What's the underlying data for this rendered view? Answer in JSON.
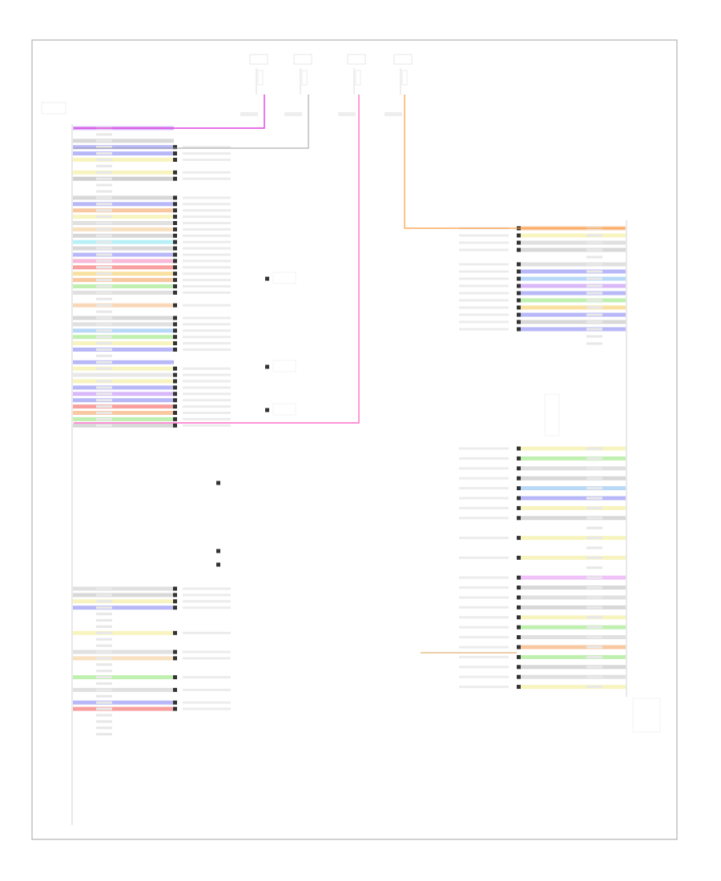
{
  "diagram": {
    "frame_label": "",
    "footer_code": "",
    "colors": {
      "border": "#b0b0b0",
      "pink": "#ff6fc8",
      "magenta": "#e040e0",
      "gray": "#9c9c9c",
      "orange": "#ff9a3c",
      "connector": "#333333"
    },
    "left_module_label": "",
    "right_module_label": "",
    "top_sources": [
      {
        "label": "",
        "wire_color": "magenta"
      },
      {
        "label": "",
        "wire_color": "pink"
      },
      {
        "label": "",
        "wire_color": "pink"
      },
      {
        "label": "",
        "wire_color": "orange"
      }
    ],
    "left_rows": [
      {
        "color": "#d8b8f8",
        "conn": false
      },
      {
        "color": "#ffffff",
        "conn": false
      },
      {
        "color": "#d8d8d8",
        "conn": false
      },
      {
        "color": "#b8b8f8",
        "conn": true
      },
      {
        "color": "#b8b8f8",
        "conn": true
      },
      {
        "color": "#f8f4c0",
        "conn": true
      },
      {
        "color": "#ffffff",
        "conn": false
      },
      {
        "color": "#f8f4c0",
        "conn": true
      },
      {
        "color": "#d0d0d0",
        "conn": true
      },
      {
        "color": "#ffffff",
        "conn": false
      },
      {
        "color": "#ffffff",
        "conn": false
      },
      {
        "color": "#d8d8d8",
        "conn": true
      },
      {
        "color": "#b8b8f8",
        "conn": true
      },
      {
        "color": "#f8c8a0",
        "conn": true
      },
      {
        "color": "#f8f4c0",
        "conn": true
      },
      {
        "color": "#e0e0e0",
        "conn": true
      },
      {
        "color": "#f8e0c0",
        "conn": true
      },
      {
        "color": "#d8d8d8",
        "conn": true
      },
      {
        "color": "#b8f0f8",
        "conn": true
      },
      {
        "color": "#d8d8d8",
        "conn": true
      },
      {
        "color": "#b8b8f8",
        "conn": true
      },
      {
        "color": "#f8b8d8",
        "conn": true
      },
      {
        "color": "#f8a0a0",
        "conn": true
      },
      {
        "color": "#f8e0a0",
        "conn": true
      },
      {
        "color": "#f8c8a0",
        "conn": true
      },
      {
        "color": "#c0f0b0",
        "conn": true
      },
      {
        "color": "#e0e0e0",
        "conn": true
      },
      {
        "color": "#ffffff",
        "conn": false
      },
      {
        "color": "#f8d8b8",
        "conn": true
      },
      {
        "color": "#ffffff",
        "conn": false
      },
      {
        "color": "#d8d8d8",
        "conn": true
      },
      {
        "color": "#e0e0e0",
        "conn": true
      },
      {
        "color": "#b8d8f8",
        "conn": true
      },
      {
        "color": "#c0f0b0",
        "conn": true
      },
      {
        "color": "#f8f4c0",
        "conn": true
      },
      {
        "color": "#b8b8f8",
        "conn": true
      },
      {
        "color": "#ffffff",
        "conn": false
      },
      {
        "color": "#b8b8f8",
        "conn": false
      },
      {
        "color": "#f8f4c0",
        "conn": true
      },
      {
        "color": "#e8e8e8",
        "conn": true
      },
      {
        "color": "#f8f4c0",
        "conn": true
      },
      {
        "color": "#b8b8f8",
        "conn": true
      },
      {
        "color": "#d8b8f8",
        "conn": true
      },
      {
        "color": "#b8b8f8",
        "conn": true
      },
      {
        "color": "#f8a0a0",
        "conn": true
      },
      {
        "color": "#f8c8a0",
        "conn": true
      },
      {
        "color": "#c0f0b0",
        "conn": true
      },
      {
        "color": "#d8d8d8",
        "conn": true
      }
    ],
    "left_rows_2": [
      {
        "color": "#e0e0e0",
        "conn": true
      },
      {
        "color": "#d8d8d8",
        "conn": true
      },
      {
        "color": "#f8f4c0",
        "conn": true
      },
      {
        "color": "#b8b8f8",
        "conn": true
      },
      {
        "color": "#ffffff",
        "conn": false
      },
      {
        "color": "#ffffff",
        "conn": false
      },
      {
        "color": "#ffffff",
        "conn": false
      },
      {
        "color": "#f8f4c0",
        "conn": true
      },
      {
        "color": "#ffffff",
        "conn": false
      },
      {
        "color": "#ffffff",
        "conn": false
      },
      {
        "color": "#e0e0e0",
        "conn": true
      },
      {
        "color": "#f8e0c0",
        "conn": true
      },
      {
        "color": "#ffffff",
        "conn": false
      },
      {
        "color": "#ffffff",
        "conn": false
      },
      {
        "color": "#c0f0b0",
        "conn": true
      },
      {
        "color": "#ffffff",
        "conn": false
      },
      {
        "color": "#e0e0e0",
        "conn": true
      },
      {
        "color": "#ffffff",
        "conn": false
      },
      {
        "color": "#b8b8f8",
        "conn": true
      },
      {
        "color": "#f8a0a0",
        "conn": true
      },
      {
        "color": "#ffffff",
        "conn": false
      },
      {
        "color": "#ffffff",
        "conn": false
      },
      {
        "color": "#ffffff",
        "conn": false
      },
      {
        "color": "#ffffff",
        "conn": false
      }
    ],
    "right_rows": [
      {
        "color": "#f8c8a0",
        "conn": true
      },
      {
        "color": "#f8f4c0",
        "conn": true
      },
      {
        "color": "#e0e0e0",
        "conn": true
      },
      {
        "color": "#d8d8d8",
        "conn": true
      },
      {
        "color": "#ffffff",
        "conn": false
      },
      {
        "color": "#e0e0e0",
        "conn": true
      },
      {
        "color": "#b8b8f8",
        "conn": true
      },
      {
        "color": "#b8d8f8",
        "conn": true
      },
      {
        "color": "#d8b8f8",
        "conn": true
      },
      {
        "color": "#b8b8f8",
        "conn": true
      },
      {
        "color": "#c0f0b0",
        "conn": true
      },
      {
        "color": "#f8e0a0",
        "conn": true
      },
      {
        "color": "#b8b8f8",
        "conn": true
      },
      {
        "color": "#d8d8d8",
        "conn": true
      },
      {
        "color": "#b8b8f8",
        "conn": true
      },
      {
        "color": "#ffffff",
        "conn": false
      },
      {
        "color": "#ffffff",
        "conn": false
      }
    ],
    "right_rows_2": [
      {
        "color": "#f8f4c0",
        "conn": true
      },
      {
        "color": "#c0f0b0",
        "conn": true
      },
      {
        "color": "#e0e0e0",
        "conn": true
      },
      {
        "color": "#d8d8d8",
        "conn": true
      },
      {
        "color": "#b8d8f8",
        "conn": true
      },
      {
        "color": "#b8b8f8",
        "conn": true
      },
      {
        "color": "#f8f4c0",
        "conn": true
      },
      {
        "color": "#d8d8d8",
        "conn": true
      },
      {
        "color": "#ffffff",
        "conn": false
      },
      {
        "color": "#f8f4c0",
        "conn": true
      },
      {
        "color": "#ffffff",
        "conn": false
      },
      {
        "color": "#f8f4c0",
        "conn": true
      },
      {
        "color": "#ffffff",
        "conn": false
      },
      {
        "color": "#f0c0f8",
        "conn": true
      },
      {
        "color": "#d8d8d8",
        "conn": true
      },
      {
        "color": "#e0e0e0",
        "conn": true
      },
      {
        "color": "#d8d8d8",
        "conn": true
      },
      {
        "color": "#f8f4c0",
        "conn": true
      },
      {
        "color": "#c0f0b0",
        "conn": true
      },
      {
        "color": "#e0e0e0",
        "conn": true
      },
      {
        "color": "#f8c8a0",
        "conn": true
      },
      {
        "color": "#c0f0b0",
        "conn": true
      },
      {
        "color": "#d8d8d8",
        "conn": true
      },
      {
        "color": "#e0e0e0",
        "conn": true
      },
      {
        "color": "#f8f4c0",
        "conn": true
      }
    ]
  }
}
